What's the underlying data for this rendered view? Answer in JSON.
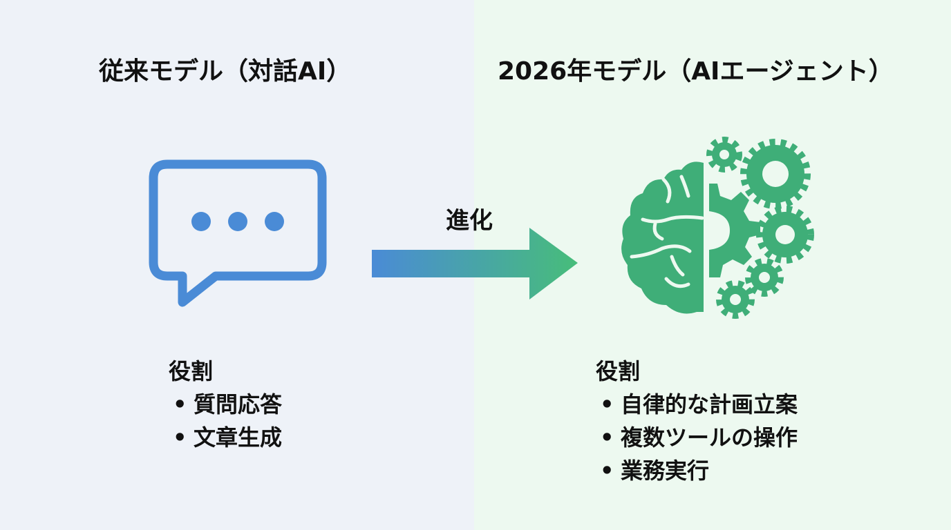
{
  "left_panel": {
    "title": "従来モデル（対話AI）",
    "icon": "chat-bubble-icon",
    "roles_heading": "役割",
    "roles": [
      "質問応答",
      "文章生成"
    ],
    "accent_color": "#4a8bd6",
    "background": "#eef2f8"
  },
  "right_panel": {
    "title": "2026年モデル（AIエージェント）",
    "icon": "brain-gears-icon",
    "roles_heading": "役割",
    "roles": [
      "自律的な計画立案",
      "複数ツールの操作",
      "業務実行"
    ],
    "accent_color": "#3fae78",
    "background": "#edf9f0"
  },
  "transition": {
    "label": "進化",
    "icon": "arrow-right-icon",
    "gradient_from": "#4a8bd6",
    "gradient_to": "#47bd7a"
  },
  "bullet": "•"
}
